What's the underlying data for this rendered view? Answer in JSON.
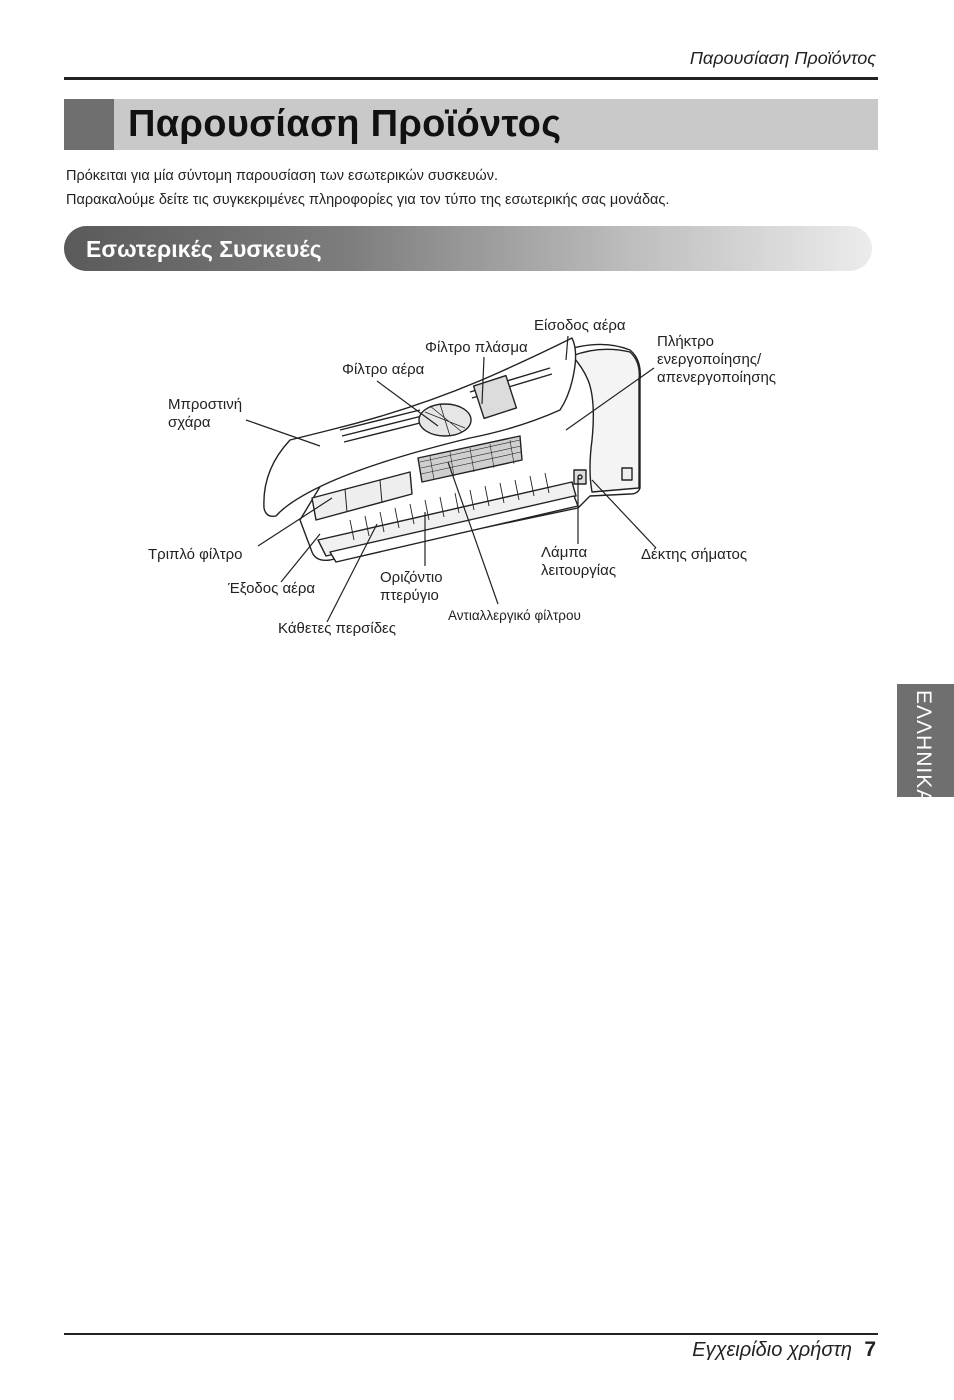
{
  "header": {
    "running_title": "Παρουσίαση Προϊόντος"
  },
  "title": "Παρουσίαση Προϊόντος",
  "intro": {
    "line1": "Πρόκειται για μία σύντομη παρουσίαση των εσωτερικών συσκευών.",
    "line2": "Παρακαλούμε δείτε τις συγκεκριμένες πληροφορίες για τον τύπο της εσωτερικής σας μονάδας."
  },
  "section": {
    "title": "Εσωτερικές Συσκευές"
  },
  "figure": {
    "labels": {
      "air_inlet": "Είσοδος αέρα",
      "plasma_filter": "Φίλτρο πλάσμα",
      "air_filter": "Φίλτρο αέρα",
      "power_button": "Πλήκτρο\nενεργοποίησης/\nαπενεργοποίησης",
      "front_grille": "Μπροστινή\nσχάρα",
      "triple_filter": "Τριπλό φίλτρο",
      "air_outlet": "Έξοδος αέρα",
      "horizontal_vane": "Οριζόντιο\nπτερύγιο",
      "vertical_louvers": "Κάθετες περσίδες",
      "anti_allergy_filter": "Αντιαλλεργικό φίλτρου",
      "operation_lamp": "Λάμπα\nλειτουργίας",
      "signal_receiver": "Δέκτης σήματος"
    }
  },
  "side_tab": {
    "label": "ΕΛΛΗΝΙΚΑ"
  },
  "footer": {
    "manual": "Εγχειρίδιο χρήστη",
    "page_number": "7"
  }
}
